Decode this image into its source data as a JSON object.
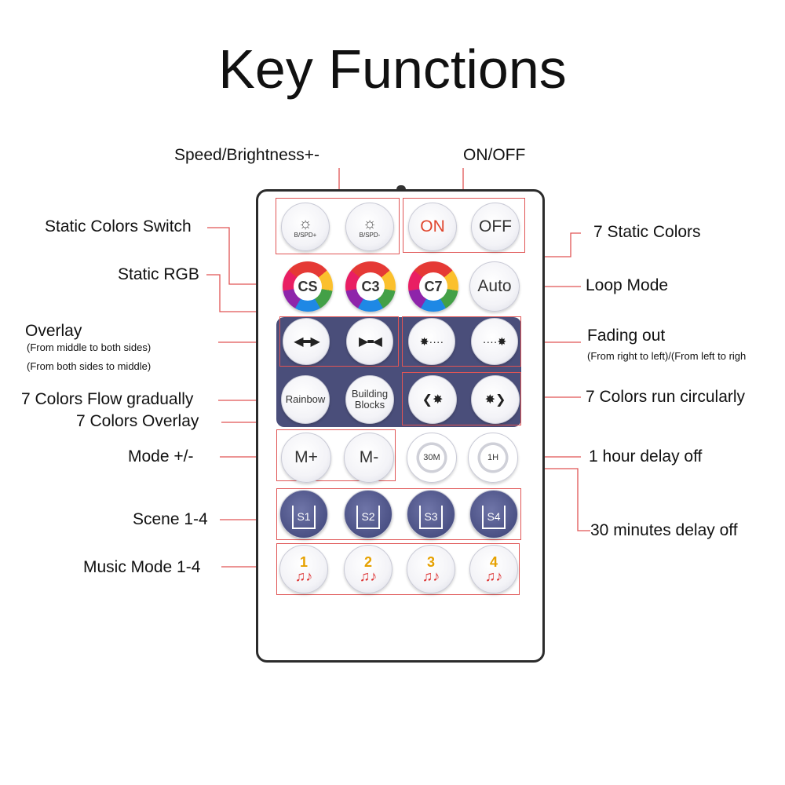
{
  "title": "Key Functions",
  "labels": {
    "speed_brightness": "Speed/Brightness+-",
    "on_off": "ON/OFF",
    "static_colors_switch": "Static Colors Switch",
    "seven_static_colors": "7 Static Colors",
    "static_rgb": "Static RGB",
    "loop_mode": "Loop Mode",
    "overlay": "Overlay",
    "overlay_sub1": "(From middle to both sides)",
    "overlay_sub2": "(From both sides to middle)",
    "fading_out": "Fading out",
    "fading_out_sub": "(From right to left)/(From left to righ",
    "flow_gradually": "7 Colors Flow gradually",
    "seven_overlay": "7 Colors Overlay",
    "run_circularly": "7 Colors run circularly",
    "mode": "Mode +/-",
    "one_hour": "1 hour delay off",
    "scene": "Scene 1-4",
    "thirty_min": "30 minutes delay off",
    "music_mode": "Music Mode 1-4"
  },
  "buttons": {
    "b_spd_plus": "B/SPD+",
    "b_spd_minus": "B/SPD-",
    "on": "ON",
    "off": "OFF",
    "cs": "CS",
    "c3": "C3",
    "c7": "C7",
    "auto": "Auto",
    "rainbow": "Rainbow",
    "building_blocks": "Building Blocks",
    "m_plus": "M+",
    "m_minus": "M-",
    "t30m": "30M",
    "t1h": "1H",
    "s1": "S1",
    "s2": "S2",
    "s3": "S3",
    "s4": "S4",
    "mu1": "1",
    "mu2": "2",
    "mu3": "3",
    "mu4": "4"
  },
  "icons": {
    "brightness": "sun-icon",
    "overlay_out": "arrows-out-icon",
    "overlay_in": "arrows-in-icon",
    "fade_left": "fade-left-icon",
    "fade_right": "fade-right-icon",
    "run_left": "run-left-icon",
    "run_right": "run-right-icon",
    "scene": "house-icon",
    "music": "music-note-icon"
  },
  "colors": {
    "band": "#4a4e7a",
    "highlight_box": "#e05555",
    "on_text": "#e0462e",
    "music_numbers": [
      "#e6a100",
      "#e6a100",
      "#e6a100",
      "#e6a100"
    ]
  }
}
